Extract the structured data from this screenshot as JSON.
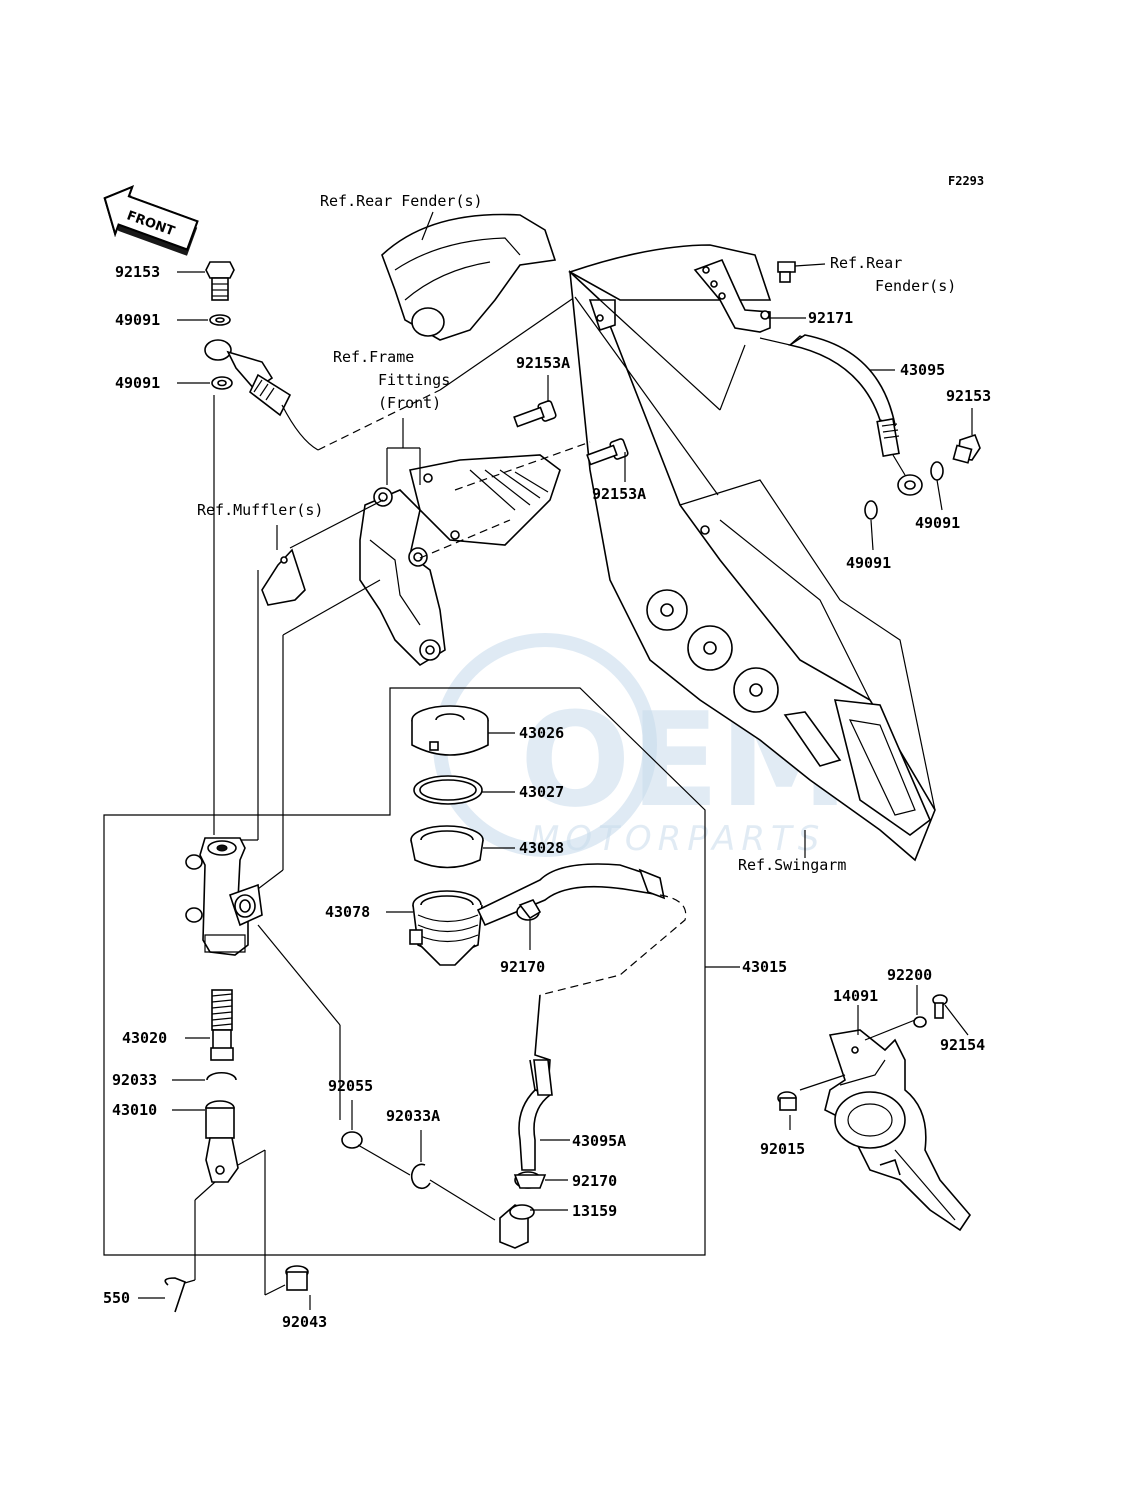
{
  "diagram_code": "F2293",
  "front_marker": "FRONT",
  "watermark": {
    "brand": "OEM",
    "sub": "MOTORPARTS"
  },
  "refs": {
    "rear_fender_top": "Ref.Rear Fender(s)",
    "rear_fender_right_1": "Ref.Rear",
    "rear_fender_right_2": "Fender(s)",
    "frame_1": "Ref.Frame",
    "frame_2": "Fittings",
    "frame_3": "(Front)",
    "muffler": "Ref.Muffler(s)",
    "swingarm": "Ref.Swingarm"
  },
  "parts": {
    "p92153_left": "92153",
    "p49091_a": "49091",
    "p49091_b": "49091",
    "p92153a_top": "92153A",
    "p92153a_mid": "92153A",
    "p92171": "92171",
    "p43095": "43095",
    "p92153_right": "92153",
    "p49091_right": "49091",
    "p49091_right2": "49091",
    "p43026": "43026",
    "p43027": "43027",
    "p43028": "43028",
    "p43078": "43078",
    "p92170_top": "92170",
    "p43015": "43015",
    "p43020": "43020",
    "p92033": "92033",
    "p43010": "43010",
    "p92055": "92055",
    "p92033a": "92033A",
    "p43095a": "43095A",
    "p92170_bottom": "92170",
    "p13159": "13159",
    "p550": "550",
    "p92043": "92043",
    "p92200": "92200",
    "p14091": "14091",
    "p92154": "92154",
    "p92015": "92015"
  }
}
